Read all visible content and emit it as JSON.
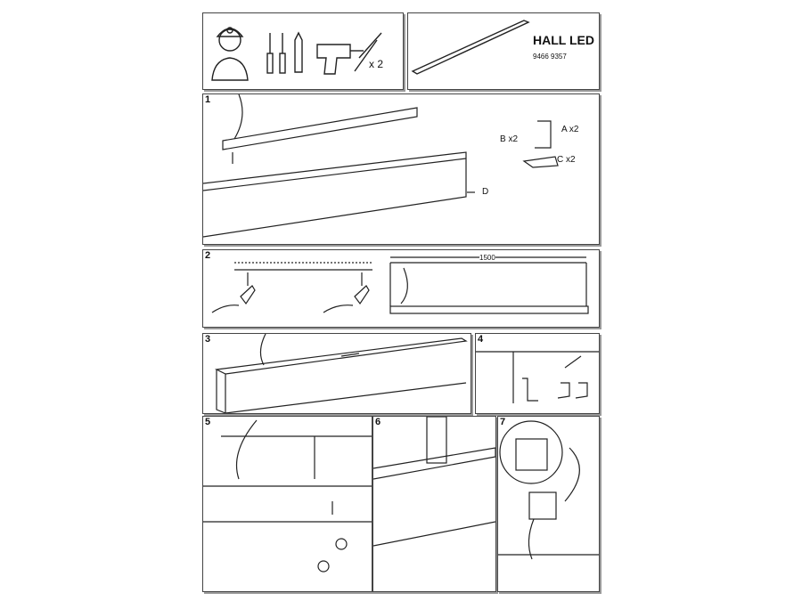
{
  "header": {
    "title": "HALL LED",
    "article_numbers": "9466  9357",
    "dowel_count": "x 2"
  },
  "steps": [
    {
      "number": "1",
      "parts": {
        "a": "A x2",
        "b": "B x2",
        "c": "C x2",
        "d": "D"
      }
    },
    {
      "number": "2",
      "dimension": "1500"
    },
    {
      "number": "3"
    },
    {
      "number": "4"
    },
    {
      "number": "5"
    },
    {
      "number": "6"
    },
    {
      "number": "7"
    }
  ]
}
